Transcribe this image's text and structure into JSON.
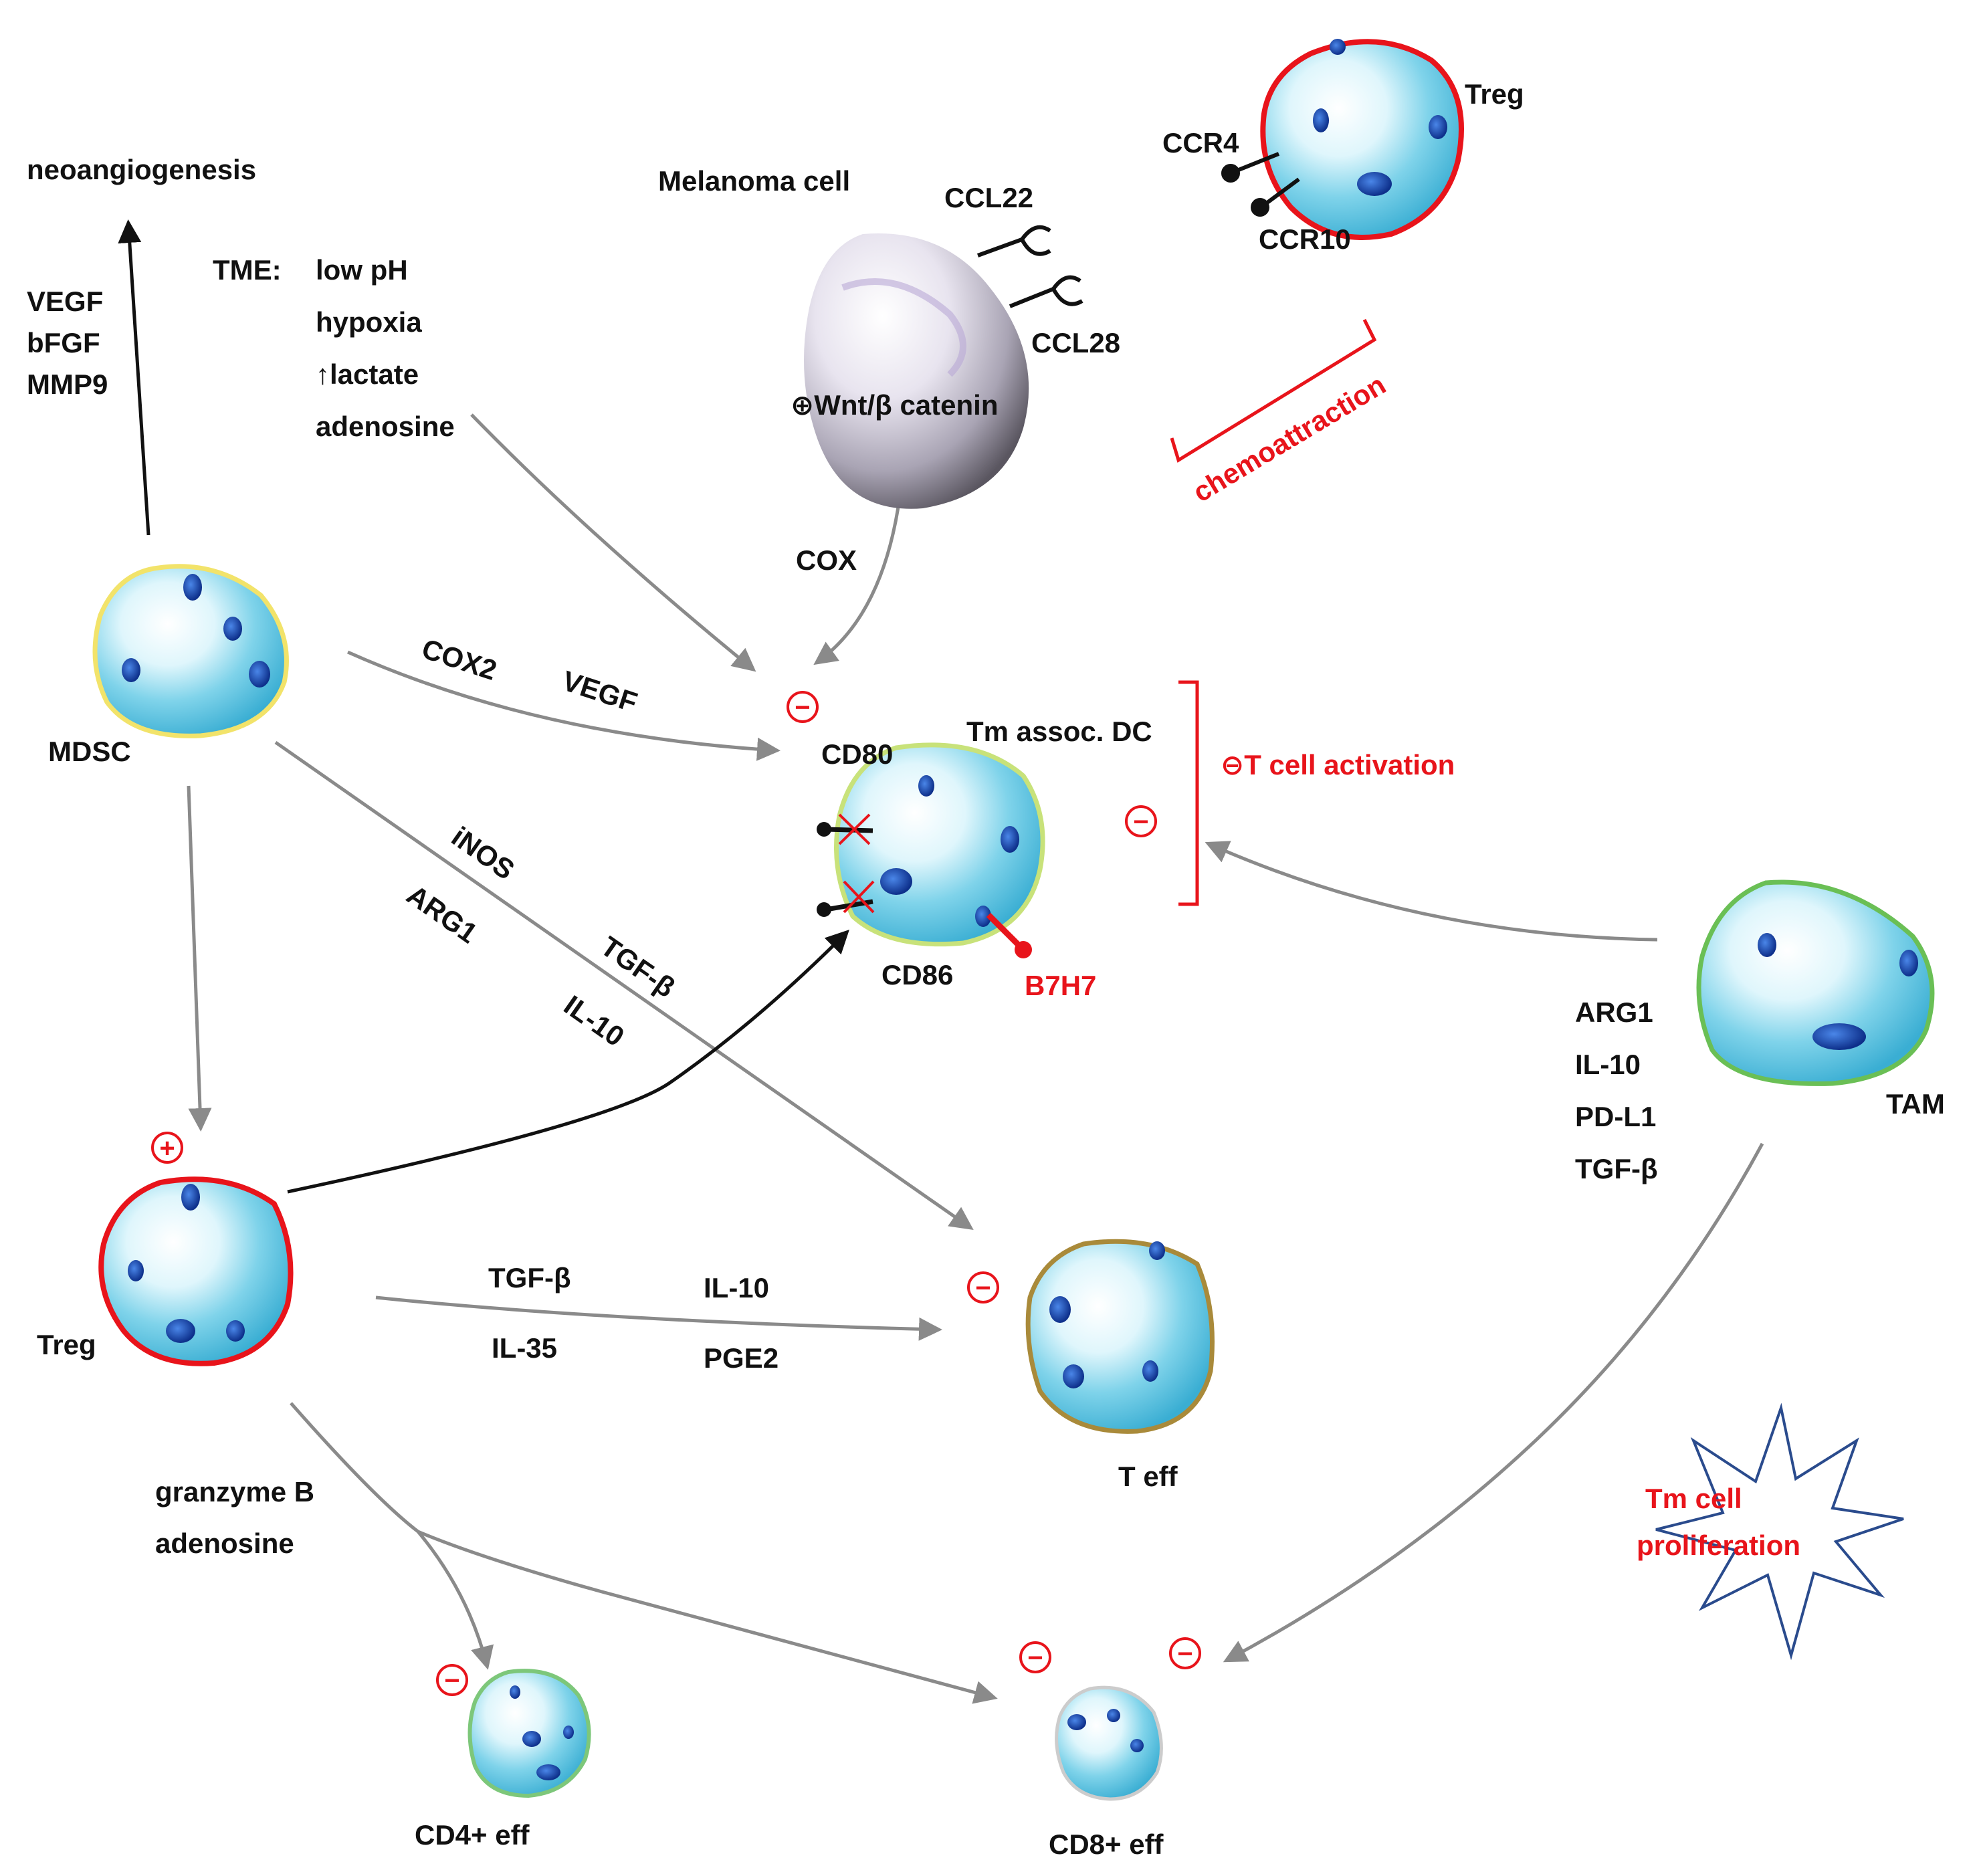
{
  "diagram": {
    "title": "",
    "nodes": {
      "melanoma": {
        "label": "Melanoma cell",
        "icon": "melanoma-cell-icon"
      },
      "treg_top": {
        "label": "Treg",
        "icon": "treg-cell-icon"
      },
      "mdsc": {
        "label": "MDSC",
        "icon": "mdsc-cell-icon"
      },
      "dc": {
        "label": "Tm assoc. DC",
        "icon": "dendritic-cell-icon"
      },
      "tam": {
        "label": "TAM",
        "icon": "tam-cell-icon"
      },
      "treg_left": {
        "label": "Treg",
        "icon": "treg-cell-icon"
      },
      "teff": {
        "label": "T eff",
        "icon": "t-effector-cell-icon"
      },
      "cd4": {
        "label": "CD4+ eff",
        "icon": "cd4-cell-icon"
      },
      "cd8": {
        "label": "CD8+ eff",
        "icon": "cd8-cell-icon"
      }
    },
    "receptors": {
      "ccl22": "CCL22",
      "ccl28": "CCL28",
      "ccr4": "CCR4",
      "ccr10": "CCR10",
      "cd80": "CD80",
      "cd86": "CD86",
      "b7h7": "B7H7"
    },
    "labels": {
      "neoangiogenesis": "neoangiogenesis",
      "vegf": "VEGF",
      "bfgf": "bFGF",
      "mmp9": "MMP9",
      "tme": "TME:",
      "low_ph": "low pH",
      "hypoxia": "hypoxia",
      "lactate": "↑lactate",
      "adenosine_tme": "adenosine",
      "wnt": "⊕Wnt/β catenin",
      "cox": "COX",
      "cox2": "COX2",
      "vegf_mdsc": "VEGF",
      "inos": "iNOS",
      "arg1_mdsc": "ARG1",
      "tgfb_mdsc": "TGF-β",
      "il10_mdsc": "IL-10",
      "chemoattraction": "chemoattraction",
      "t_cell_activation": "⊖T cell activation",
      "arg1_tam": "ARG1",
      "il10_tam": "IL-10",
      "pdl1_tam": "PD-L1",
      "tgfb_tam": "TGF-β",
      "tgfb_treg": "TGF-β",
      "il35_treg": "IL-35",
      "il10_treg": "IL-10",
      "pge2_treg": "PGE2",
      "granzyme": "granzyme B",
      "adenosine_treg": "adenosine",
      "tm_prolif_1": "Tm cell",
      "tm_prolif_2": "proliferation"
    },
    "signs": {
      "minus": "−",
      "plus": "+"
    }
  },
  "colors": {
    "red": "#e8141b",
    "grey_arrow": "#8a8a8a",
    "black": "#111111",
    "cell_blue": "#7fd3ea",
    "nucleus_blue": "#1c4fb8",
    "treg_rim": "#e8141b",
    "mdsc_rim": "#f2e36a",
    "dc_rim": "#c8e27a",
    "tam_rim": "#6abf55",
    "teff_rim": "#a98a3a",
    "cd4_rim": "#7dc77a",
    "star_outline": "#2a4b8d"
  }
}
